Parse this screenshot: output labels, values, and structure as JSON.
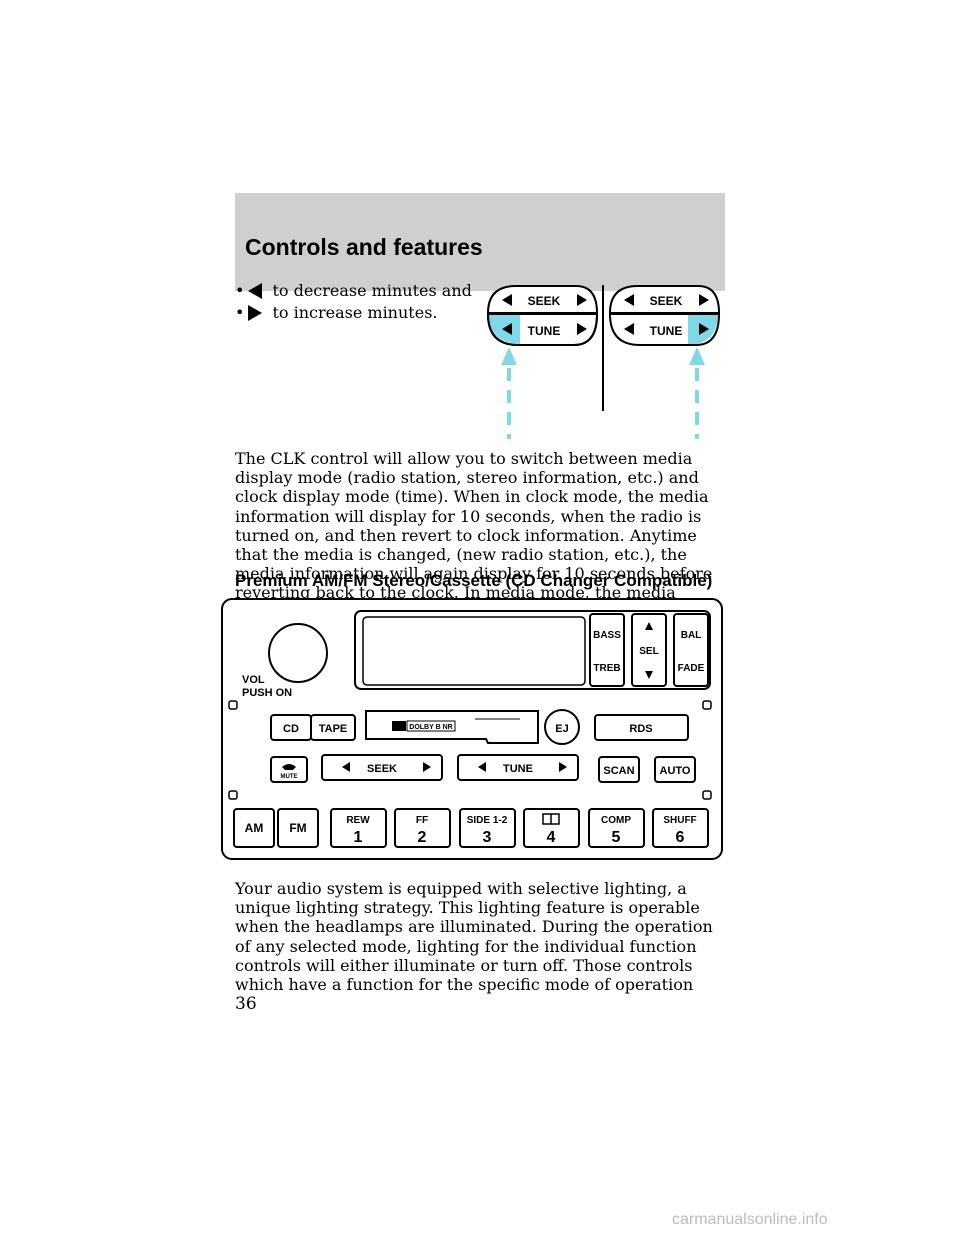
{
  "header": {
    "title": "Controls and features"
  },
  "bullets": [
    {
      "icon": "left-arrow-icon",
      "text": "to decrease minutes and"
    },
    {
      "icon": "right-arrow-icon",
      "text": "to increase minutes."
    }
  ],
  "bullet_glyph": "•",
  "seek_tune_diagram": {
    "seek_label": "SEEK",
    "tune_label": "TUNE",
    "highlight_color": "#7fd8e8"
  },
  "clk_paragraph": "The CLK control will allow you to switch between media display mode (radio station, stereo information, etc.) and clock display mode (time). When in clock mode, the media information will display for 10 seconds, when the radio is turned on, and then revert to clock information. Anytime that the media is changed, (new radio station, etc.), the media information will again display for 10 seconds before reverting back to the clock. In media mode, the media information will always be displayed.",
  "subheading": "Premium AM/FM Stereo/Cassette (CD Changer Compatible)",
  "radio": {
    "vol_label": "VOL",
    "push_on_label": "PUSH ON",
    "bass_label": "BASS",
    "treb_label": "TREB",
    "sel_label": "SEL",
    "bal_label": "BAL",
    "fade_label": "FADE",
    "cd_label": "CD",
    "tape_label": "TAPE",
    "dolby_label": "DOLBY B NR",
    "ej_label": "EJ",
    "rds_label": "RDS",
    "mute_label": "MUTE",
    "seek_label": "SEEK",
    "tune_label": "TUNE",
    "scan_label": "SCAN",
    "auto_label": "AUTO",
    "am_label": "AM",
    "fm_label": "FM",
    "presets": [
      {
        "top": "REW",
        "num": "1"
      },
      {
        "top": "FF",
        "num": "2"
      },
      {
        "top": "SIDE 1-2",
        "num": "3"
      },
      {
        "top": "",
        "num": "4",
        "icon": "dolby-icon"
      },
      {
        "top": "COMP",
        "num": "5"
      },
      {
        "top": "SHUFF",
        "num": "6"
      }
    ]
  },
  "lighting_paragraph": "Your audio system is equipped with selective lighting, a unique lighting strategy. This lighting feature is operable when the headlamps are illuminated. During the operation of any selected mode, lighting for the individual function controls will either illuminate or turn off. Those controls which have a function for the specific mode of operation",
  "page_number": "36",
  "footer": "carmanualsonline.info"
}
